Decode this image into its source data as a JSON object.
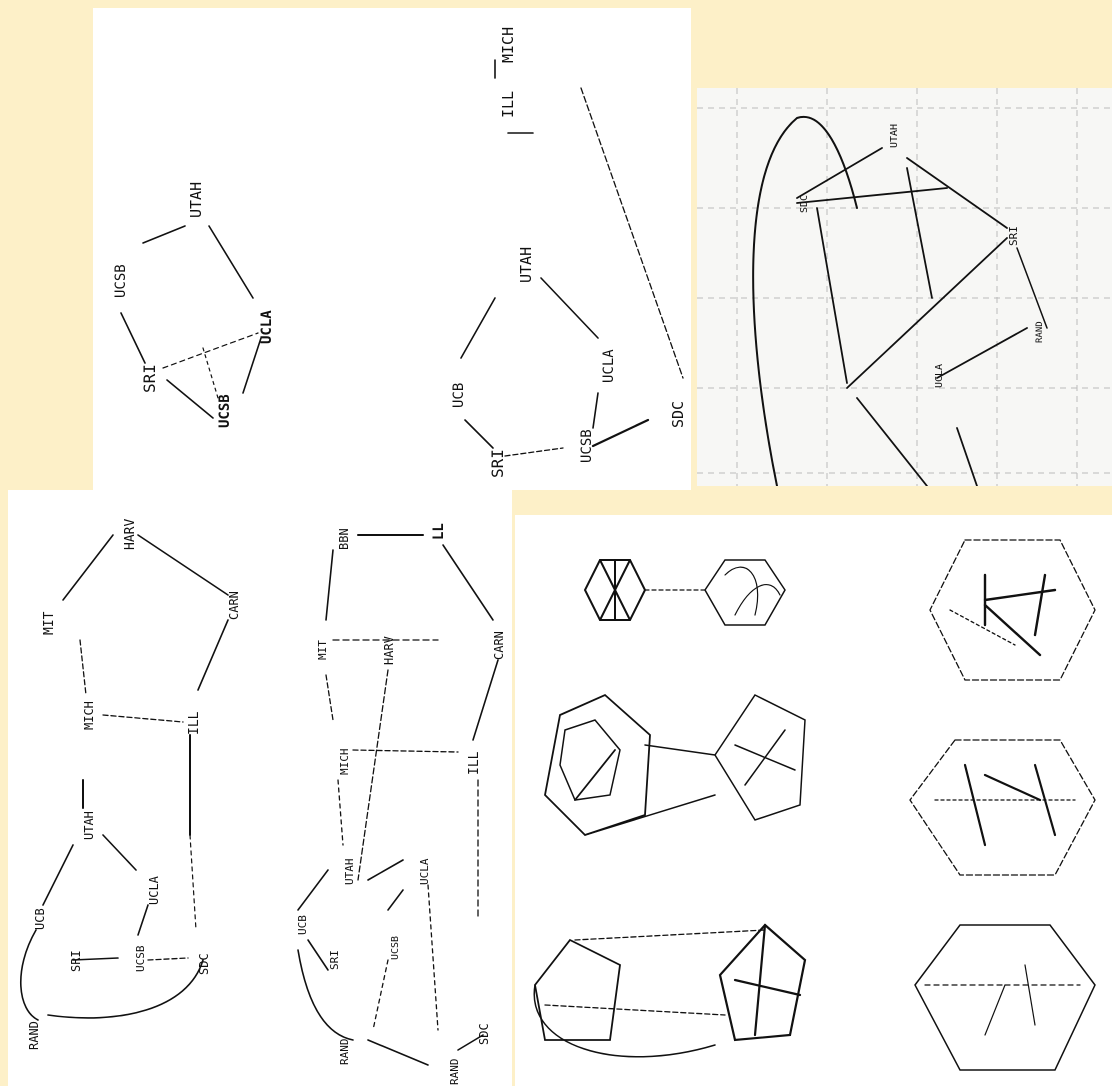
{
  "panels": {
    "top_left": {
      "map_a": {
        "nodes": {
          "utah": "UTAH",
          "ucsb": "UCSB",
          "ucla": "UCLA",
          "sri": "SRI",
          "ucsb2": "UCSB"
        }
      },
      "map_b": {
        "nodes": {
          "mich": "MICH",
          "ill": "ILL",
          "utah": "UTAH",
          "ucla": "UCLA",
          "ucb": "UCB",
          "sri": "SRI",
          "ucsb": "UCSB",
          "sdc": "SDC"
        }
      }
    },
    "top_right": {
      "nodes": {
        "utah": "UTAH",
        "sri": "SRI",
        "ucla": "UCLA",
        "sdc": "SDC",
        "rand": "RAND"
      }
    },
    "bottom_left": {
      "map_a": {
        "nodes": {
          "harv": "HARV",
          "mit": "MIT",
          "carn": "CARN",
          "mich": "MICH",
          "ill": "ILL",
          "utah": "UTAH",
          "ucla": "UCLA",
          "ucb": "UCB",
          "sri": "SRI",
          "ucsb": "UCSB",
          "sdc": "SDC",
          "rand": "RAND"
        }
      },
      "map_b": {
        "nodes": {
          "bbn": "BBN",
          "ll": "LL",
          "mit": "MIT",
          "harv": "HARV",
          "carn": "CARN",
          "mich": "MICH",
          "ill": "ILL",
          "utah": "UTAH",
          "ucb": "UCB",
          "sri": "SRI",
          "ucsb": "UCSB",
          "ucla": "UCLA",
          "rand": "RAND",
          "sdc": "SDC"
        }
      }
    }
  }
}
